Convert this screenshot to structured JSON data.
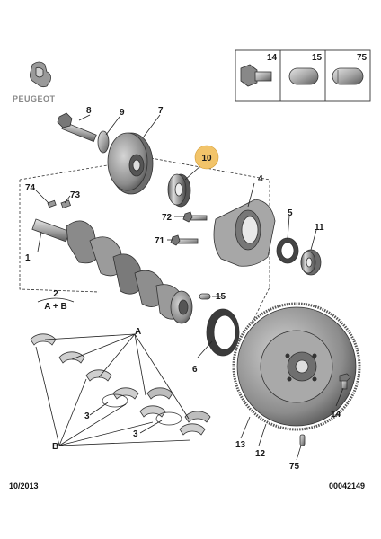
{
  "brand": {
    "name": "PEUGEOT"
  },
  "legend_box": {
    "items": [
      {
        "num": "14",
        "icon": "bolt-icon"
      },
      {
        "num": "15",
        "icon": "dowel-pin-icon"
      },
      {
        "num": "75",
        "icon": "sleeve-pin-icon"
      }
    ]
  },
  "highlight": {
    "num": "10",
    "color": "#f2c46a"
  },
  "callouts": {
    "c1": "1",
    "c2": "2",
    "c3a": "3",
    "c3b": "3",
    "c4": "4",
    "c5": "5",
    "c6": "6",
    "c7": "7",
    "c8": "8",
    "c9": "9",
    "c11": "11",
    "c12": "12",
    "c13": "13",
    "c14": "14",
    "c15": "15",
    "c71": "71",
    "c72": "72",
    "c73": "73",
    "c74": "74",
    "c75": "75",
    "cA": "A",
    "cB": "B",
    "c2A": "A + B"
  },
  "footer": {
    "date": "10/2013",
    "code": "00042149"
  },
  "colors": {
    "metal_dark": "#5f5f5f",
    "metal_mid": "#9a9a9a",
    "metal_light": "#d7d7d7",
    "highlight": "#f2c46a"
  }
}
